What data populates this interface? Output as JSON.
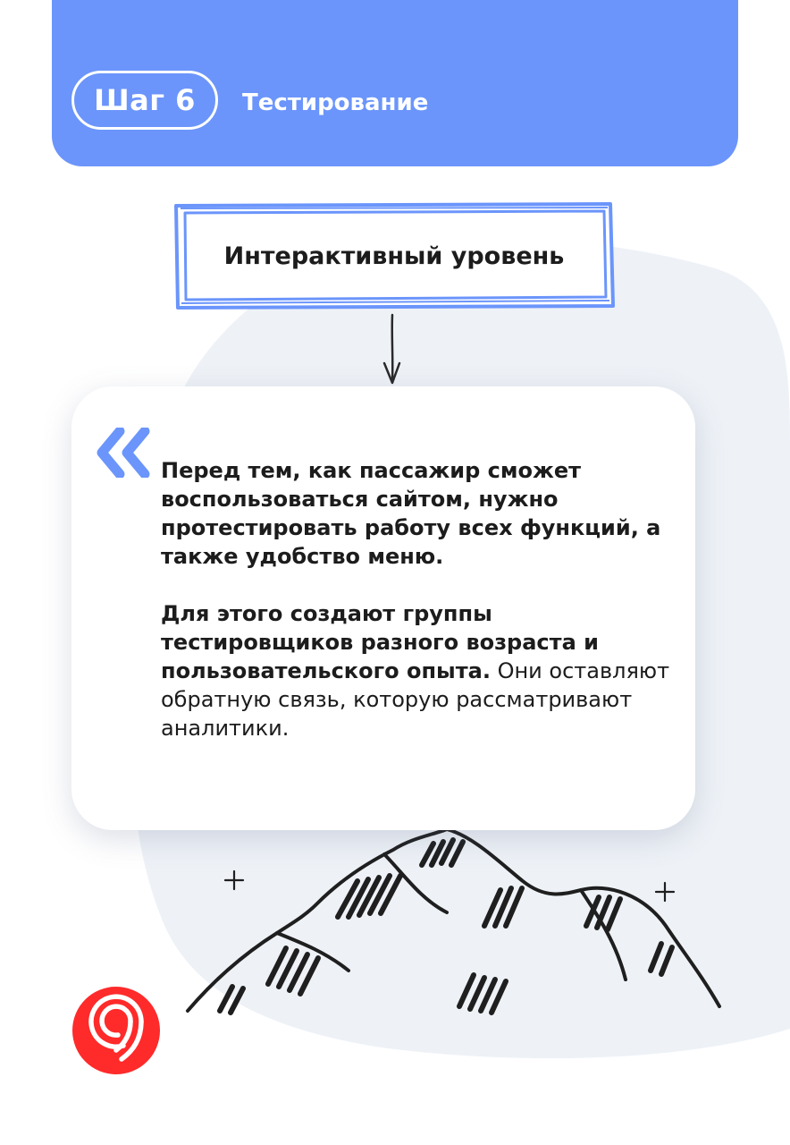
{
  "header": {
    "step_label": "Шаг 6",
    "title": "Тестирование"
  },
  "level_box": {
    "label": "Интерактивный уровень"
  },
  "card": {
    "paragraph1": "Перед тем, как пассажир сможет воспользоваться сайтом, нужно протестировать работу всех функций, а также удобство меню.",
    "paragraph2_bold": "Для этого создают группы тестировщиков разного возраста и пользовательского опыта.",
    "paragraph2_regular": " Они оставляют обратную связь, которую рассматривают аналитики."
  },
  "icons": {
    "quote": "quote-marks-icon",
    "arrow": "arrow-down-icon",
    "logo": "brand-logo-icon",
    "sparkle": "plus-sparkle-icon"
  },
  "colors": {
    "accent": "#6b95fb",
    "logo": "#ff2a2a",
    "ink": "#1c1c1c",
    "blob": "#eef2f7"
  }
}
